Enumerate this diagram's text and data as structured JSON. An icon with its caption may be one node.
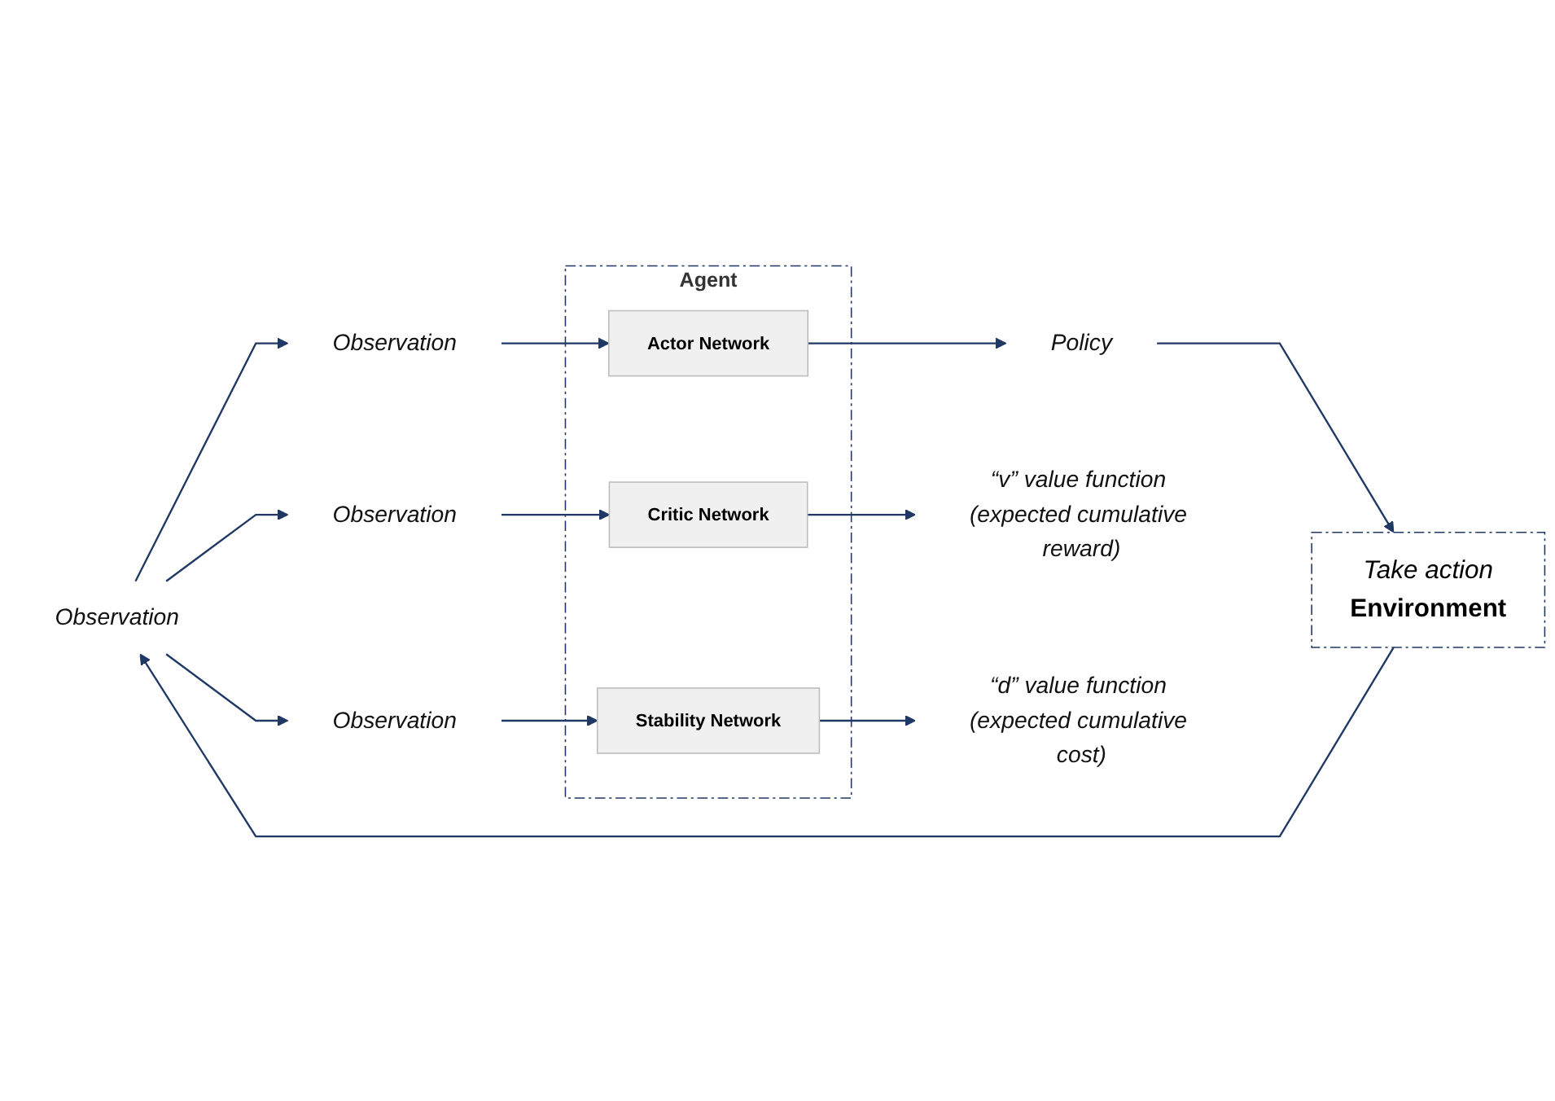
{
  "diagram": {
    "nodes": [
      {
        "text": [
          "Agent"
        ]
      },
      {
        "text": [
          "Actor Network"
        ],
        "in": 0
      },
      {
        "text": [
          "Critic Network"
        ],
        "in": 0
      },
      {
        "text": [
          "Stability Network"
        ],
        "in": 0
      },
      {
        "text": [
          "Observation"
        ]
      },
      {
        "text": [
          "Policy"
        ]
      },
      {
        "text": [
          "Take action",
          "Environment"
        ]
      },
      {
        "text": [
          "Observation"
        ]
      },
      {
        "text": [
          "Observation"
        ]
      },
      {
        "text": [
          "“v” value function (expected cumulative reward)"
        ]
      },
      {
        "text": [
          "Observation"
        ]
      },
      {
        "text": [
          "“d” value function (expected cumulative cost)"
        ]
      }
    ],
    "edges": [
      {
        "from": 4,
        "to": 1,
        "arrow": "to"
      },
      {
        "from": 1,
        "to": 5,
        "arrow": "to"
      },
      {
        "from": 5,
        "to": 6,
        "arrow": "to"
      },
      {
        "from": 6,
        "to": 7,
        "arrow": "to"
      },
      {
        "from": 7,
        "to": 4,
        "arrow": "to"
      },
      {
        "from": 7,
        "to": 8,
        "arrow": "to"
      },
      {
        "from": 7,
        "to": 10,
        "arrow": "to"
      },
      {
        "from": 8,
        "to": 2,
        "arrow": "to"
      },
      {
        "from": 2,
        "to": 9,
        "arrow": "to"
      },
      {
        "from": 10,
        "to": 3,
        "arrow": "to"
      },
      {
        "from": 3,
        "to": 11,
        "arrow": "to"
      }
    ]
  }
}
